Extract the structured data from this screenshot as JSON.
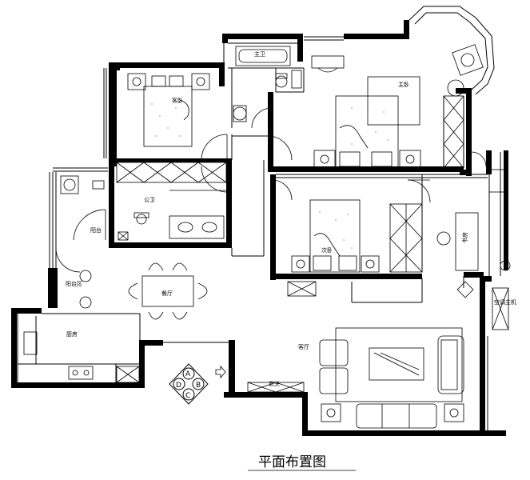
{
  "title": "平面布置图",
  "rooms": {
    "bathroom_main": "主卫",
    "master_bedroom": "主卧",
    "secondary_bedroom": "次卧",
    "bathroom_public": "公卫",
    "balcony": "阳台",
    "laundry_balcony": "阳台区",
    "dining": "餐厅",
    "kitchen": "厨房",
    "living": "客厅",
    "guest_bedroom": "客卧",
    "study": "书房",
    "ac_unit": "空调主机",
    "porch": "玄关"
  },
  "compass": {
    "top": "A",
    "right": "B",
    "bottom": "C",
    "left": "D"
  },
  "colors": {
    "wall": "#000000",
    "line": "#000000",
    "background": "#ffffff"
  }
}
